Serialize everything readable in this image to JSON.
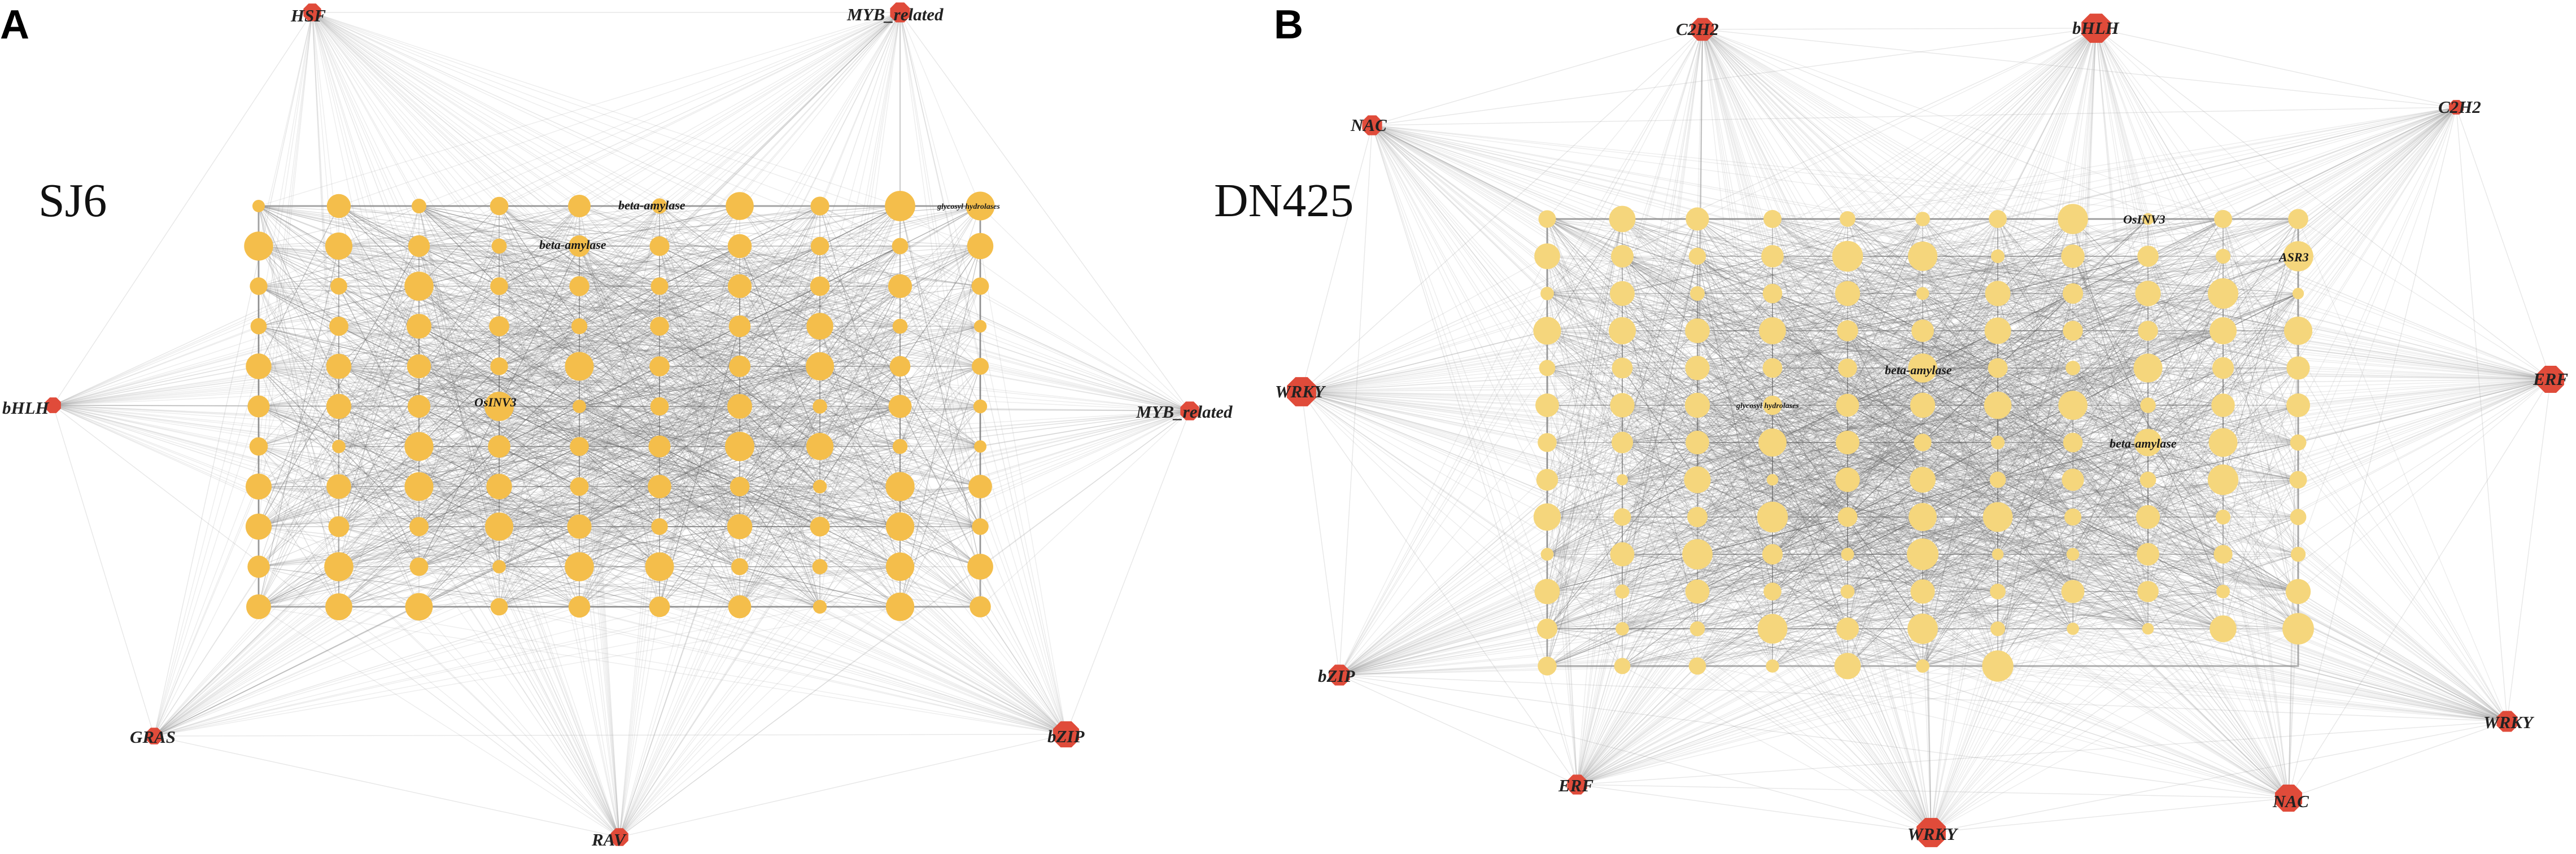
{
  "panels": [
    {
      "letter": "A",
      "title": "SJ6",
      "node_color": "#F4BE4B",
      "tf_color": "#E04B3A",
      "tf_labels": [
        "HSF",
        "MYB_related",
        "bHLH",
        "MYB_related",
        "GRAS",
        "bZIP",
        "RAV"
      ],
      "gene_labels": [
        "beta-amylase",
        "beta-amylase",
        "glycosyl hydrolases",
        "OsINV3"
      ]
    },
    {
      "letter": "B",
      "title": "DN425",
      "node_color": "#F5D67C",
      "tf_color": "#E04B3A",
      "tf_labels": [
        "C2H2",
        "bHLH",
        "NAC",
        "C2H2",
        "WRKY",
        "ERF",
        "bZIP",
        "WRKY",
        "ERF",
        "WRKY",
        "NAC"
      ],
      "gene_labels": [
        "OsINV3",
        "ASR3",
        "beta-amylase",
        "glycosyl hydrolases",
        "beta-amylase"
      ]
    }
  ]
}
